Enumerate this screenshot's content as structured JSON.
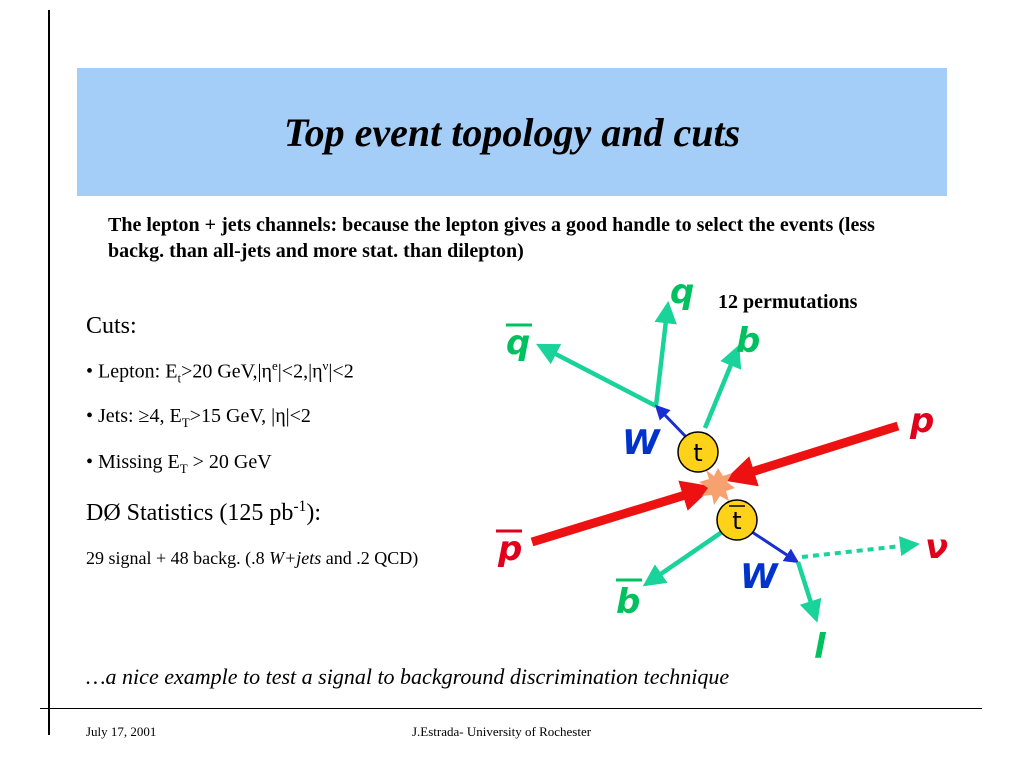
{
  "slide": {
    "title": "Top event topology and cuts",
    "intro": "The lepton + jets channels: because the lepton gives a good handle to select the events (less backg. than all-jets and more stat. than dilepton)",
    "cuts_heading": "Cuts:",
    "lepton_cut": {
      "prefix": "• Lepton: E",
      "sub1": "t",
      "mid1": ">20 GeV,|η",
      "sup1": "e",
      "mid2": "|<2,|η",
      "sup2": "ν",
      "suffix": "|<2"
    },
    "jets_cut": {
      "prefix": "• Jets: ≥4, E",
      "sub1": "T",
      "suffix": ">15 GeV, |η|<2"
    },
    "met_cut": {
      "prefix": "• Missing E",
      "sub1": "T",
      "suffix": " > 20 GeV"
    },
    "stats_heading": {
      "prefix": "DØ Statistics (125 pb",
      "sup": "-1",
      "suffix": "):"
    },
    "stats_text": {
      "prefix": "29 signal + 48 backg. (.8 ",
      "italic": "W+jets",
      "suffix": " and .2 QCD)"
    },
    "conclusion": "…a nice example to test a signal to background discrimination technique",
    "permutations": "12 permutations"
  },
  "diagram": {
    "labels": {
      "q": "q",
      "qbar": "q",
      "b": "b",
      "bbar": "b",
      "W_top": "W",
      "W_bottom": "W",
      "t": "t",
      "tbar": "t",
      "p": "p",
      "pbar": "p",
      "nu": "ν",
      "l": "l"
    },
    "colors": {
      "jet": "#19d39a",
      "proton": "#ee1111",
      "W_arrow": "#1a2fd0",
      "top_fill": "#ffd21a",
      "vertex": "#f7a070"
    }
  },
  "footer": {
    "date": "July 17, 2001",
    "author": "J.Estrada- University of Rochester"
  }
}
